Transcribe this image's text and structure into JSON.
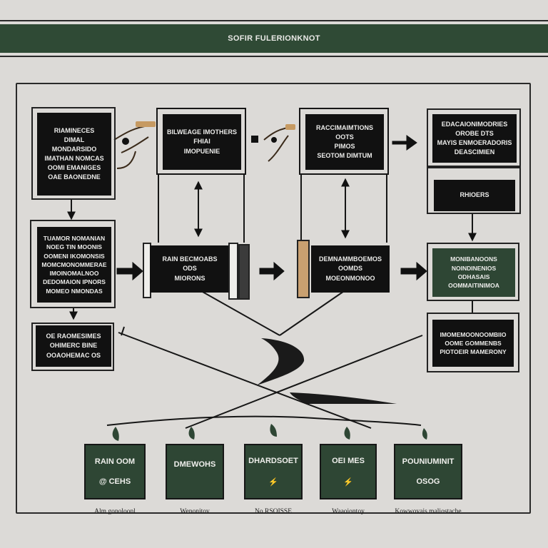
{
  "header": {
    "title": "SOFIR FULERIONKNOT"
  },
  "top_row": [
    {
      "lines": [
        "RIAMINECES",
        "DIMAL",
        "MONDARSIDO",
        "IMATHAN NOMCAS",
        "OOMI EMANIGES",
        "OAE BAONEDNE"
      ]
    },
    {
      "lines": [
        "BILWEAGE IMOTHERS",
        "FHIAI",
        "IMOPUENIE"
      ]
    },
    {
      "lines": [
        "RACCIMAIMTIONS",
        "OOTS",
        "PIMOS",
        "SEOTOM DIMTUM"
      ]
    },
    {
      "lines": [
        "EDACAIONIMODRIES",
        "OROBE DTS",
        "MAYIS ENMOERADORIS",
        "DEASCIMIEN"
      ]
    }
  ],
  "right_small": {
    "lines": [
      "RHIOERS"
    ]
  },
  "mid_left": {
    "lines": [
      "TUAMOR NOMANIAN",
      "NOEG TIN MOONIS",
      "OOMENI IKOMONSIS",
      "MOMCMONOMMERAE",
      "IMOINOMALNOO",
      "DEDOMAION IPNORS",
      "MOMEO NMONDAS"
    ]
  },
  "mid_center1": {
    "lines": [
      "RAIN BECMOABS",
      "ODS",
      "MIORONS"
    ]
  },
  "mid_center2": {
    "lines": [
      "DEMNAMMBOEMOS",
      "OOMDS",
      "MOEONMONOO"
    ]
  },
  "mid_right": {
    "lines": [
      "MONIBANOONS",
      "NOINDINENIOS",
      "ODHASAIS",
      "OOMMAITINIMOA"
    ]
  },
  "lower_left": {
    "lines": [
      "OE RAOMESIMES",
      "OHIMERC BINE",
      "OOAOHEMAC OS"
    ]
  },
  "lower_right": {
    "lines": [
      "IMOMEMOONOOMBIIO",
      "OOME GOMMENBS",
      "PIOTOEIR MAMERONY"
    ]
  },
  "bottom": [
    {
      "title": "RAIN OOM",
      "sub": "@ CEHS",
      "caption": "Alm gonoloonl"
    },
    {
      "title": "DMEWOHS",
      "sub": "",
      "caption": "Wenonitov"
    },
    {
      "title": "DHARDSOET",
      "sub": "⚡",
      "caption": "No RSOISSE"
    },
    {
      "title": "OEI MES",
      "sub": "⚡",
      "caption": "Waaoiontoy"
    },
    {
      "title": "POUNIUMINIT",
      "sub": "OSOG",
      "caption": "Kowwovais maliostache"
    }
  ]
}
